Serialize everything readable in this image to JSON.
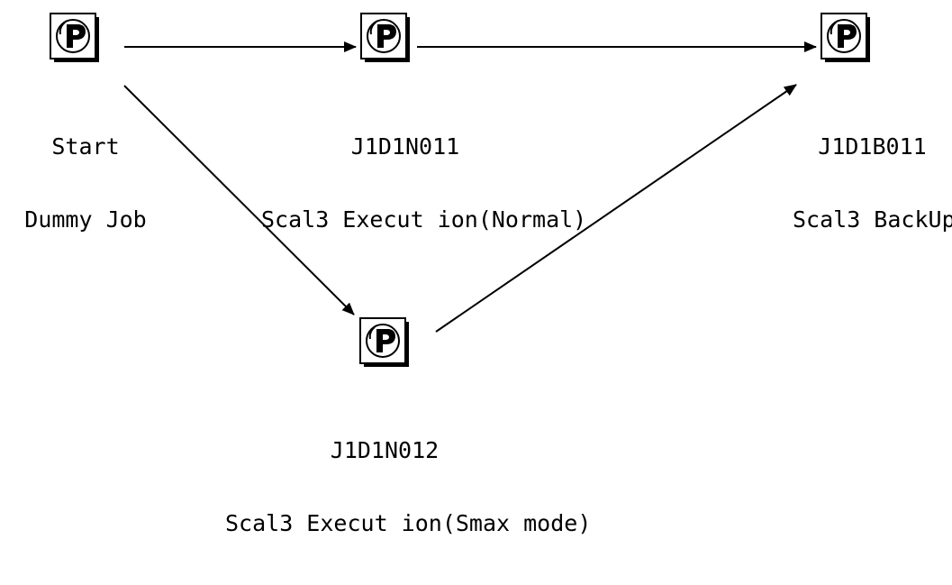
{
  "diagram": {
    "nodes": [
      {
        "id": "start",
        "icon": "p-job-icon",
        "label_line1": "Start",
        "label_line2": "Dummy Job"
      },
      {
        "id": "j1d1n011",
        "icon": "p-job-icon",
        "label_line1": "J1D1N011",
        "label_line2": "Scal3 Execut ion(Normal)"
      },
      {
        "id": "j1d1b011",
        "icon": "p-job-icon",
        "label_line1": "J1D1B011",
        "label_line2": "Scal3 BackUp"
      },
      {
        "id": "j1d1n012",
        "icon": "p-job-icon",
        "label_line1": "J1D1N012",
        "label_line2": "Scal3 Execut ion(Smax mode)"
      }
    ],
    "edges": [
      {
        "from": "start",
        "to": "j1d1n011"
      },
      {
        "from": "j1d1n011",
        "to": "j1d1b011"
      },
      {
        "from": "start",
        "to": "j1d1n012"
      },
      {
        "from": "j1d1n012",
        "to": "j1d1b011"
      }
    ],
    "colors": {
      "line": "#000000",
      "background": "#ffffff"
    }
  }
}
